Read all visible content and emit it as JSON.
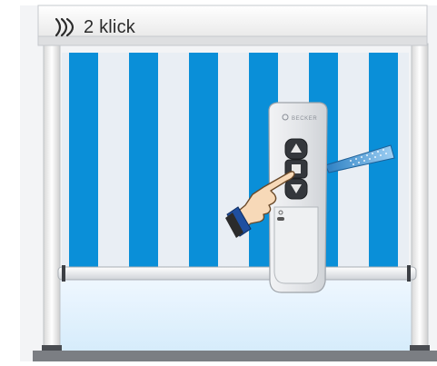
{
  "caption": {
    "icon": "radio-signal-icon",
    "text": "2 klick"
  },
  "remote": {
    "brand": "BECKER",
    "buttons": [
      {
        "name": "up",
        "icon": "triangle-up-icon"
      },
      {
        "name": "stop",
        "icon": "square-stop-icon"
      },
      {
        "name": "down",
        "icon": "triangle-down-icon"
      }
    ]
  },
  "colors": {
    "awning_blue": "#0a8fd8",
    "awning_light": "#e9eef4",
    "cassette": "#f2f2f2",
    "frame_dark": "#6f7277",
    "floor": "#dcefff",
    "remote_body": "#e3e5e8",
    "background_panel": "#f3f4f6"
  }
}
